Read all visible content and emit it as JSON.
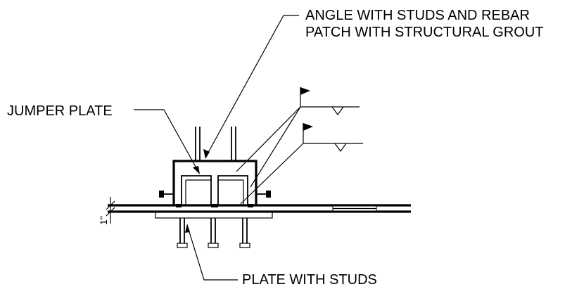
{
  "labels": {
    "angle_line1": "ANGLE WITH STUDS AND REBAR",
    "angle_line2": "PATCH WITH STRUCTURAL GROUT",
    "jumper_plate": "JUMPER PLATE",
    "plate_with_studs": "PLATE WITH STUDS",
    "dimension": "1\""
  }
}
